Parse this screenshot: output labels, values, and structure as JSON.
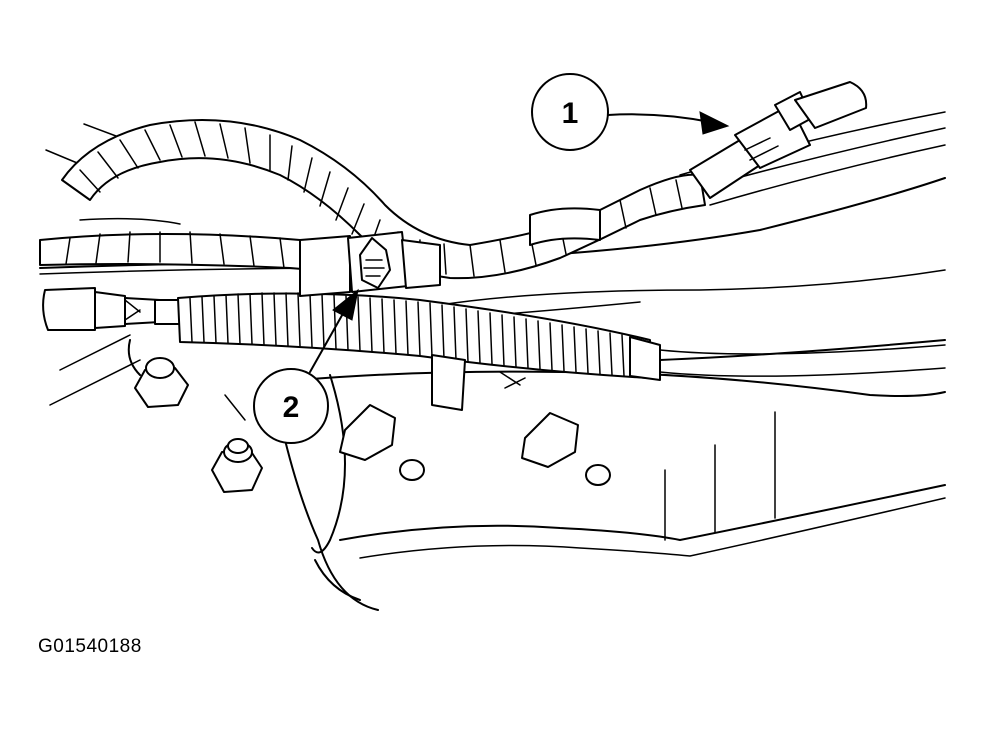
{
  "diagram": {
    "callouts": [
      {
        "id": "1",
        "label": "1"
      },
      {
        "id": "2",
        "label": "2"
      }
    ],
    "figure_id": "G01540188"
  }
}
